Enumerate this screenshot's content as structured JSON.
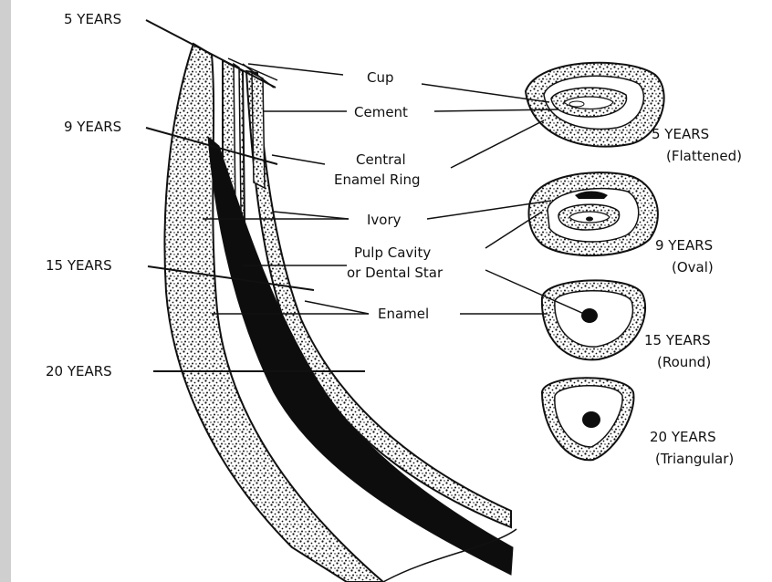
{
  "diagram": {
    "tooth_age_markers": [
      "5 YEARS",
      "9 YEARS",
      "15 YEARS",
      "20 YEARS"
    ],
    "structure_labels": {
      "cup": "Cup",
      "cement": "Cement",
      "central_enamel_ring_1": "Central",
      "central_enamel_ring_2": "Enamel Ring",
      "ivory": "Ivory",
      "pulp_cavity_1": "Pulp Cavity",
      "pulp_cavity_2": "or Dental Star",
      "enamel": "Enamel"
    },
    "cross_sections": [
      {
        "age": "5 YEARS",
        "shape": "(Flattened)"
      },
      {
        "age": "9 YEARS",
        "shape": "(Oval)"
      },
      {
        "age": "15 YEARS",
        "shape": "(Round)"
      },
      {
        "age": "20 YEARS",
        "shape": "(Triangular)"
      }
    ],
    "colors": {
      "ink": "#111111",
      "paper": "#ffffff",
      "scan_edge": "#c8c8c8"
    }
  }
}
